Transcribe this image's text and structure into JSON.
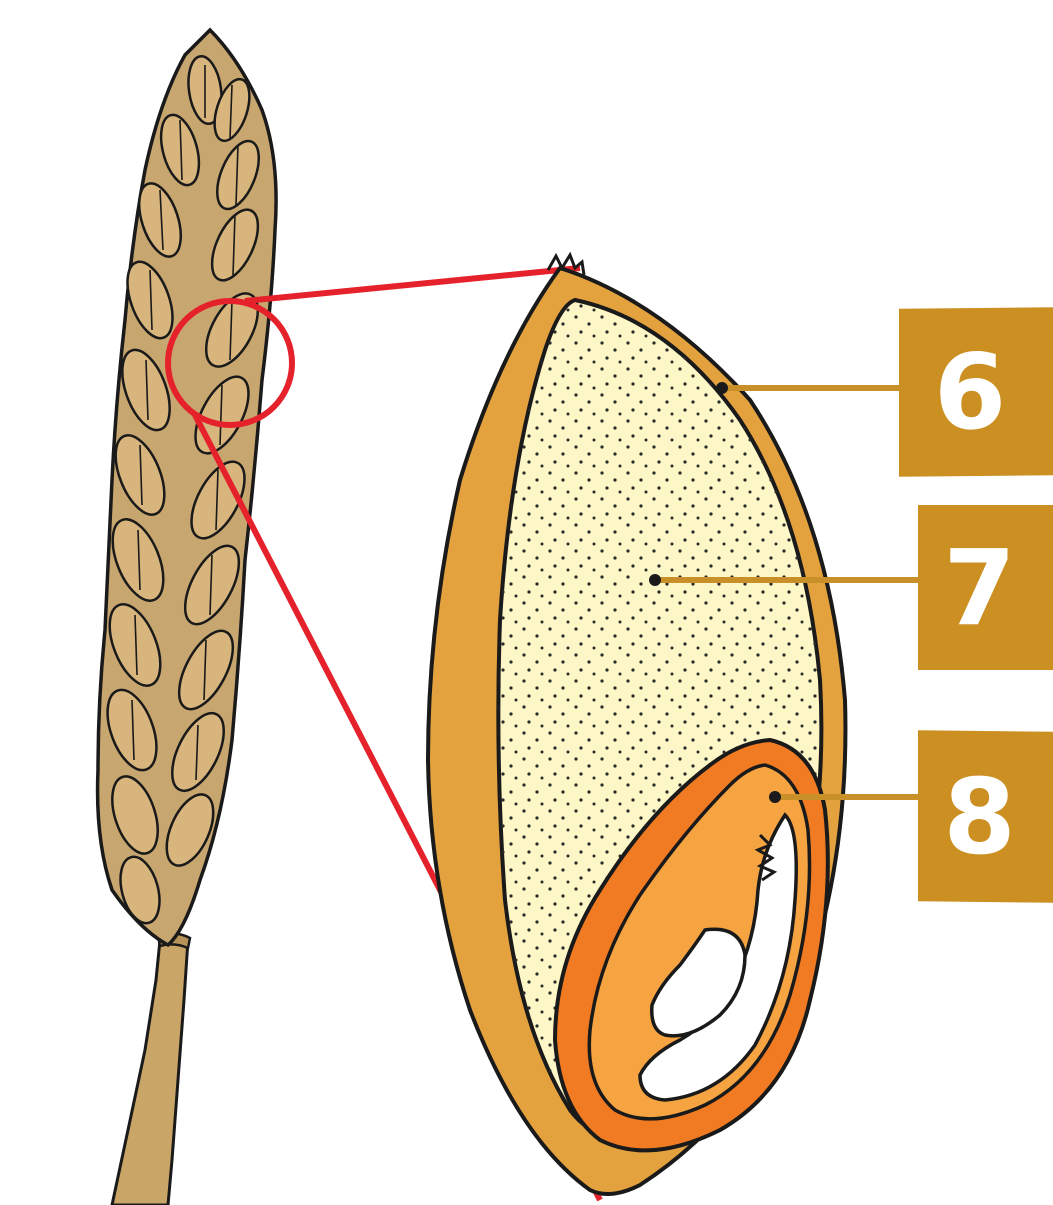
{
  "labels": [
    {
      "id": "6",
      "text": "6"
    },
    {
      "id": "7",
      "text": "7"
    },
    {
      "id": "8",
      "text": "8"
    }
  ],
  "colors": {
    "outline": "#1a1a1a",
    "zoom_indicator": "#e5222b",
    "label_box": "#cc8f22",
    "leader_line": "#c9902a",
    "bran": "#e3a23e",
    "endosperm": "#fdf6c6",
    "germ_outer": "#f07b22",
    "germ_inner": "#f6a442",
    "wheat_ear": "#c8a66f",
    "wheat_stem": "#c9a667"
  },
  "icons": [
    "wheat-ear-icon",
    "wheat-grain-cross-section-icon"
  ]
}
